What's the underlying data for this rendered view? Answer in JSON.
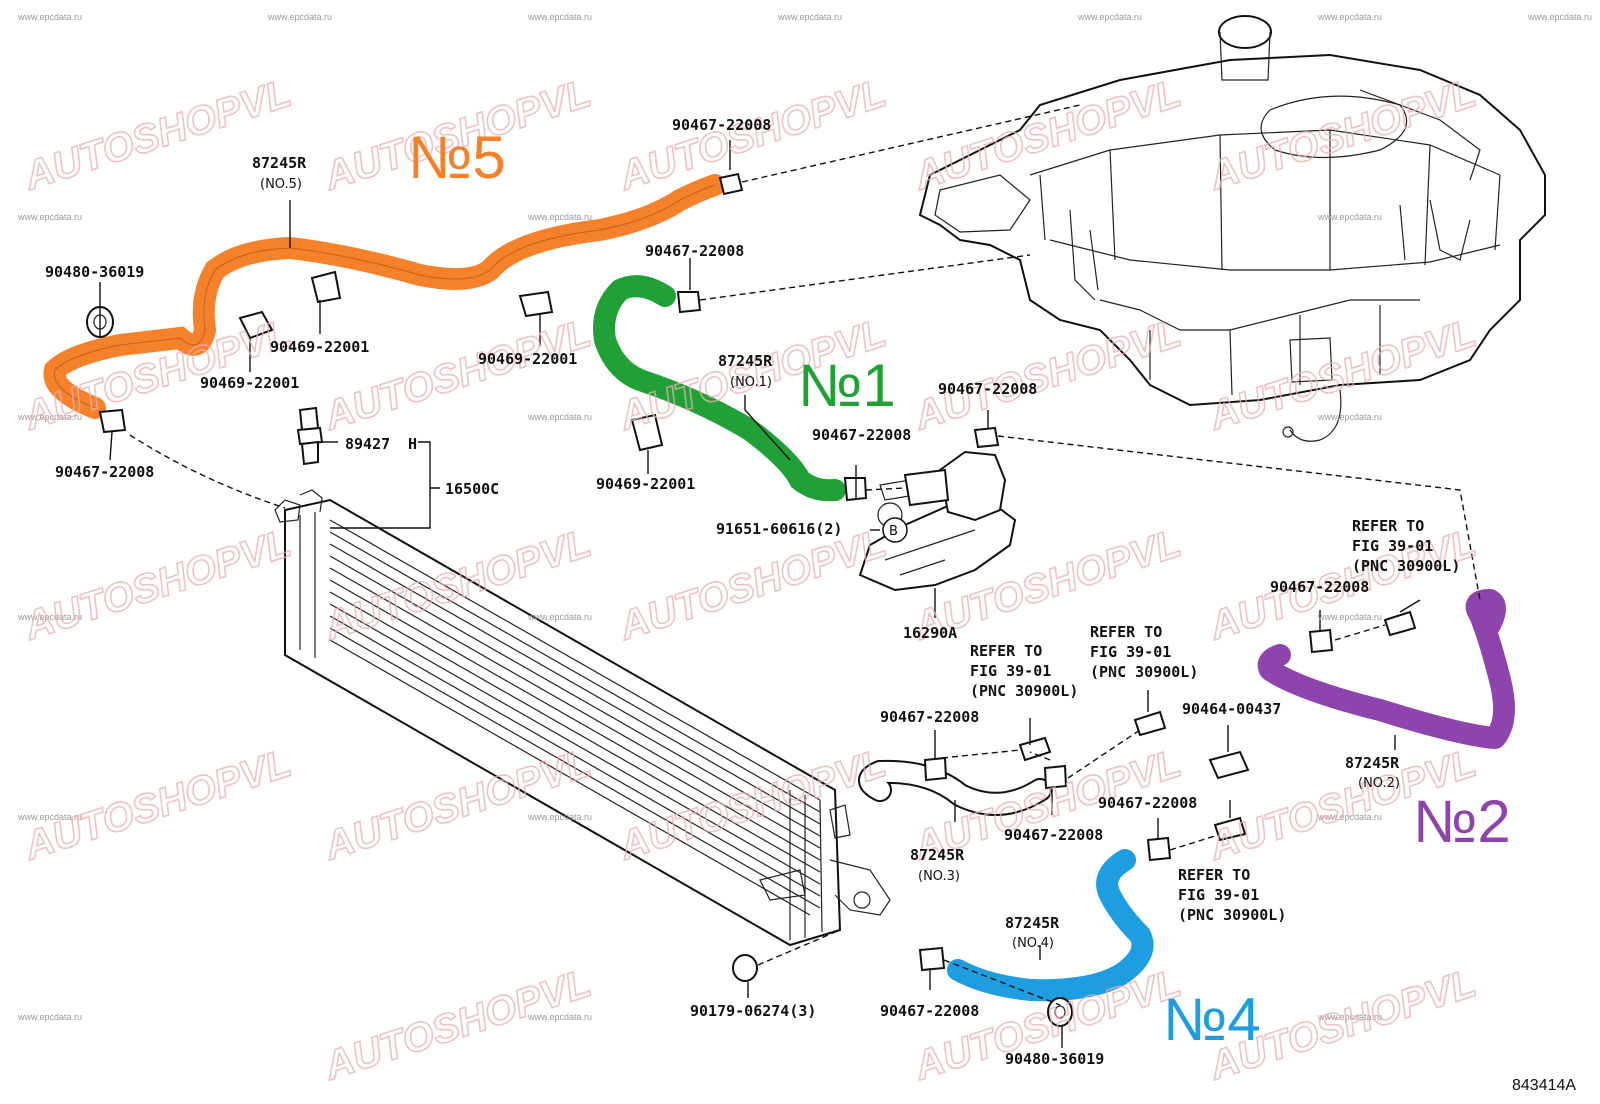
{
  "colors": {
    "no1": "#21a038",
    "no2": "#8e44ad",
    "no4": "#1e9ee0",
    "no5": "#f5822a",
    "watermark": "#e9b0b0"
  },
  "watermarks": {
    "site": "www.epcdata.ru",
    "brand": "AUTOSHOPVL"
  },
  "callouts": {
    "no5": "№5",
    "no1": "№1",
    "no2": "№2",
    "no4": "№4"
  },
  "labels": {
    "hose5_part": "87245R",
    "hose5_no": "(NO.5)",
    "hose1_part": "87245R",
    "hose1_no": "(NO.1)",
    "hose2_part": "87245R",
    "hose2_no": "(NO.2)",
    "hose3_part": "87245R",
    "hose3_no": "(NO.3)",
    "hose4_part": "87245R",
    "hose4_no": "(NO.4)",
    "clamp_top": "90467-22008",
    "clamp_mid_top": "90467-22008",
    "clamp_left": "90467-22008",
    "clamp_right_engine": "90467-22008",
    "clamp_pump": "90467-22008",
    "clamp_no2": "90467-22008",
    "clamp_no3_left": "90467-22008",
    "clamp_no3_right": "90467-22008",
    "clamp_no4_top": "90467-22008",
    "clamp_no4_bottom": "90467-22008",
    "grommet_left": "90480-36019",
    "grommet_bottom": "90480-36019",
    "holder_a": "90469-22001",
    "holder_b": "90469-22001",
    "holder_c": "90469-22001",
    "holder_d": "90469-22001",
    "sensor": "89427",
    "sensor_marker": "H",
    "radiator": "16500C",
    "bolt_pump": "91651-60616(2)",
    "ref_b": "B",
    "pump": "16290A",
    "clip": "90464-00437",
    "nut": "90179-06274(3)",
    "refer1": [
      "REFER TO",
      "FIG 39-01",
      "(PNC 30900L)"
    ],
    "refer2": [
      "REFER TO",
      "FIG 39-01",
      "(PNC 30900L)"
    ],
    "refer3": [
      "REFER TO",
      "FIG 39-01",
      "(PNC 30900L)"
    ],
    "refer4": [
      "REFER TO",
      "FIG 39-01",
      "(PNC 30900L)"
    ],
    "figure_id": "843414A"
  }
}
